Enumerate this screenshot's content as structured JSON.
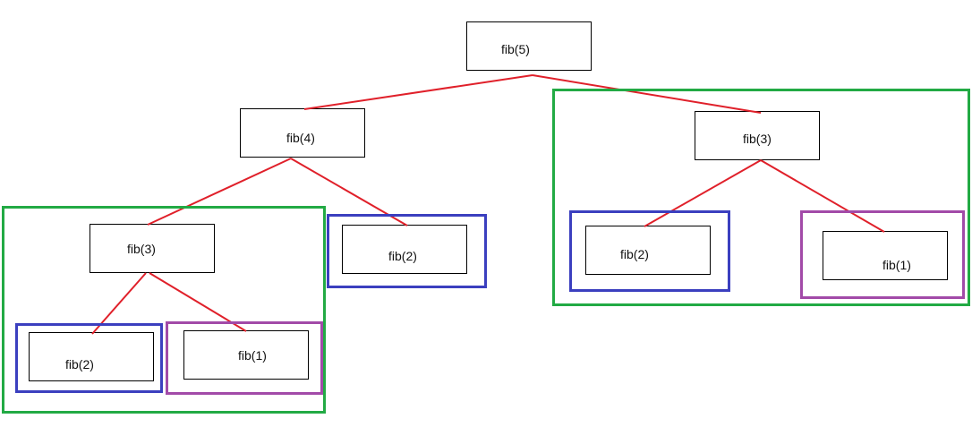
{
  "colors": {
    "background": "#ffffff",
    "node_border": "#000000",
    "edge": "#e0202a",
    "group_green": "#22aa44",
    "group_blue": "#3b3fbf",
    "group_purple": "#a24aa8"
  },
  "diagram": {
    "nodes": [
      {
        "id": "n_fib5",
        "label": "fib(5)"
      },
      {
        "id": "n_fib4",
        "label": "fib(4)"
      },
      {
        "id": "n_fib3_right",
        "label": "fib(3)"
      },
      {
        "id": "n_fib3_left",
        "label": "fib(3)"
      },
      {
        "id": "n_fib2_mid",
        "label": "fib(2)"
      },
      {
        "id": "n_fib2_right",
        "label": "fib(2)"
      },
      {
        "id": "n_fib1_right",
        "label": "fib(1)"
      },
      {
        "id": "n_fib2_left",
        "label": "fib(2)"
      },
      {
        "id": "n_fib1_left",
        "label": "fib(1)"
      }
    ],
    "edges": [
      {
        "from": "n_fib5",
        "to": "n_fib4"
      },
      {
        "from": "n_fib5",
        "to": "n_fib3_right"
      },
      {
        "from": "n_fib4",
        "to": "n_fib3_left"
      },
      {
        "from": "n_fib4",
        "to": "n_fib2_mid"
      },
      {
        "from": "n_fib3_left",
        "to": "n_fib2_left"
      },
      {
        "from": "n_fib3_left",
        "to": "n_fib1_left"
      },
      {
        "from": "n_fib3_right",
        "to": "n_fib2_right"
      },
      {
        "from": "n_fib3_right",
        "to": "n_fib1_right"
      }
    ],
    "groups": [
      {
        "id": "g_left_fib3",
        "color": "green"
      },
      {
        "id": "g_right_fib3",
        "color": "green"
      },
      {
        "id": "g_mid_fib2",
        "color": "blue"
      },
      {
        "id": "g_left_fib2",
        "color": "blue"
      },
      {
        "id": "g_right_fib2",
        "color": "blue"
      },
      {
        "id": "g_left_fib1",
        "color": "purple"
      },
      {
        "id": "g_right_fib1",
        "color": "purple"
      }
    ]
  }
}
